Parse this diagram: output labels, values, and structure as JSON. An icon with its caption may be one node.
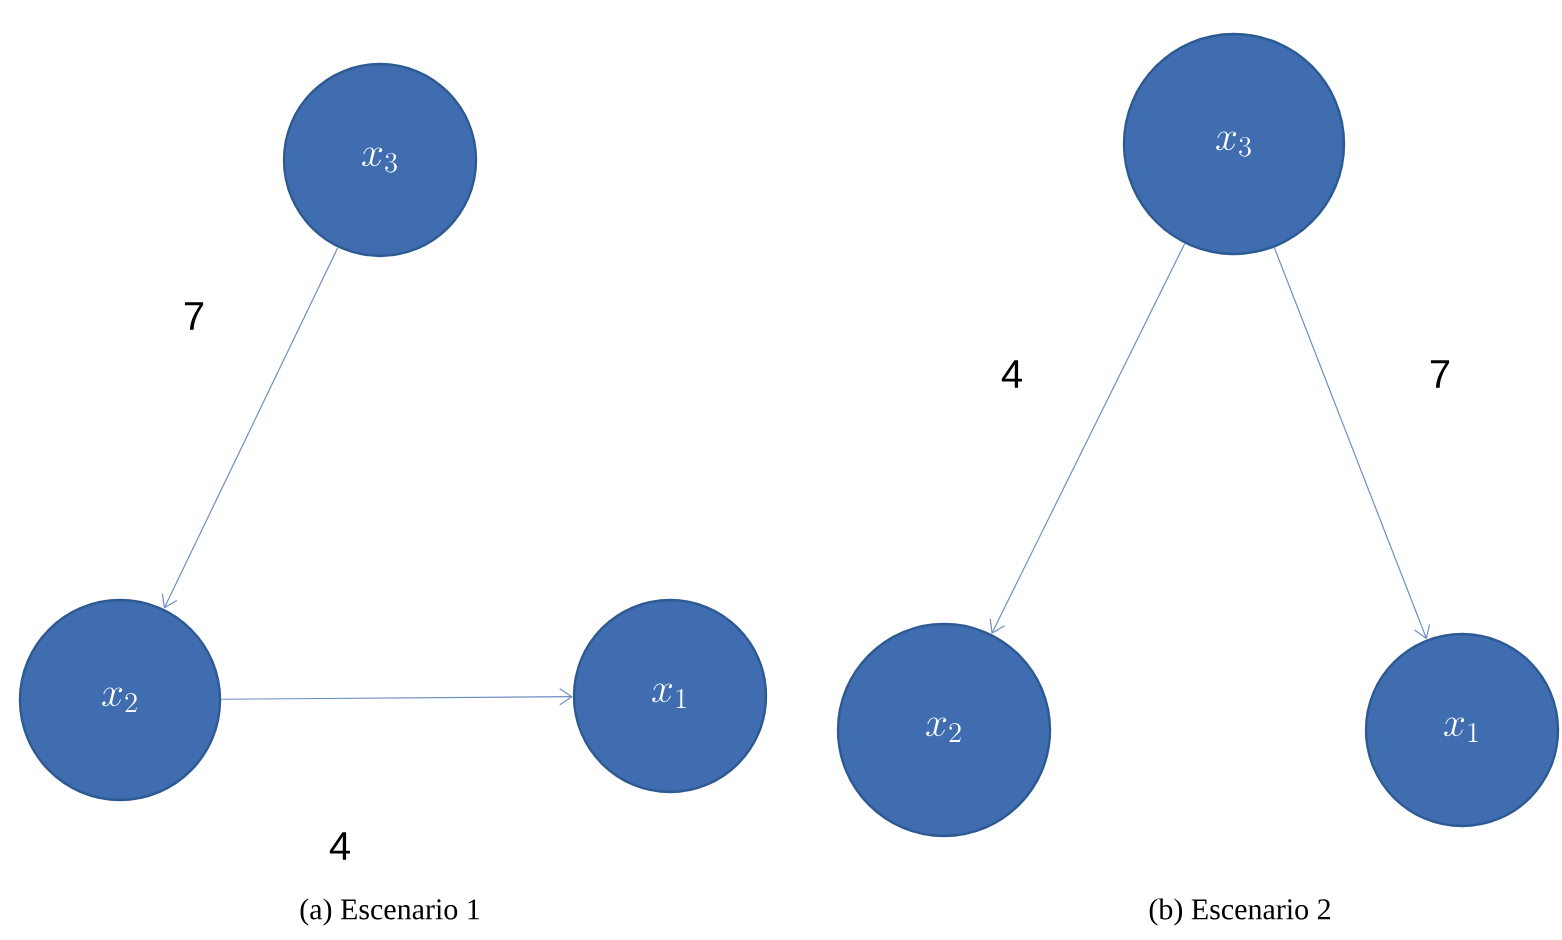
{
  "diagram": {
    "nodes": [
      {
        "text": [
          "x_3"
        ]
      },
      {
        "text": [
          "x_2"
        ]
      },
      {
        "text": [
          "x_1"
        ]
      },
      {
        "text": [
          "x_3"
        ]
      },
      {
        "text": [
          "x_2"
        ]
      },
      {
        "text": [
          "x_1"
        ]
      }
    ],
    "edges": [
      {
        "from": 0,
        "to": 1,
        "arrow": "to",
        "label": "7"
      },
      {
        "from": 1,
        "to": 2,
        "arrow": "to",
        "label": "4"
      },
      {
        "from": 3,
        "to": 4,
        "arrow": "to",
        "label": "4"
      },
      {
        "from": 3,
        "to": 5,
        "arrow": "to",
        "label": "7"
      }
    ],
    "labels": [
      "(a) Escenario 1",
      "(b) Escenario 2"
    ]
  }
}
